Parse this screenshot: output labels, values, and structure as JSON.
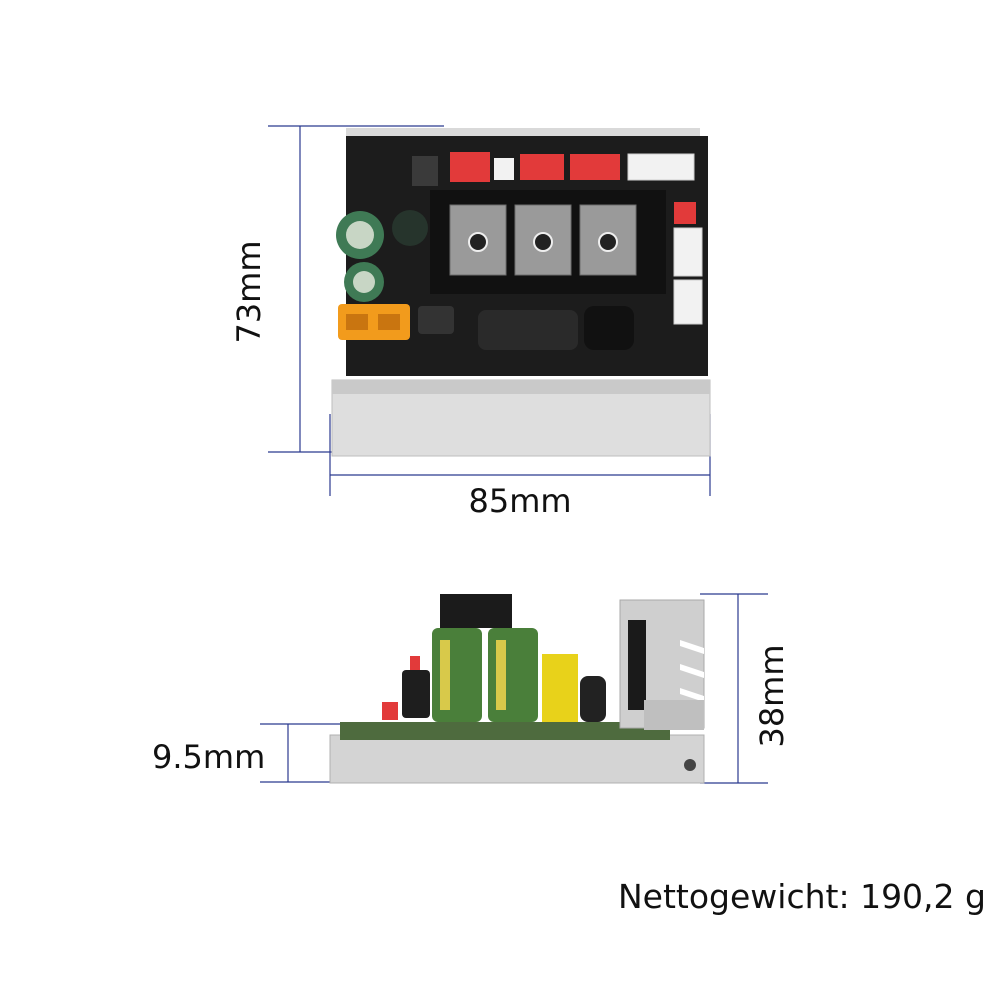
{
  "dimensions": {
    "height_top": "73mm",
    "width_top": "85mm",
    "thickness_base": "9.5mm",
    "height_side": "38mm"
  },
  "weight_label": "Nettogewicht: 190,2 g",
  "colors": {
    "dimension_line": "#2b3a8f",
    "pcb": "#1c1c1c",
    "heatsink": "#d9d9d9",
    "capacitor": "#3f7a55",
    "connector_red": "#e23a3a",
    "connector_white": "#f2f2f2",
    "xt60": "#f29b1c"
  }
}
